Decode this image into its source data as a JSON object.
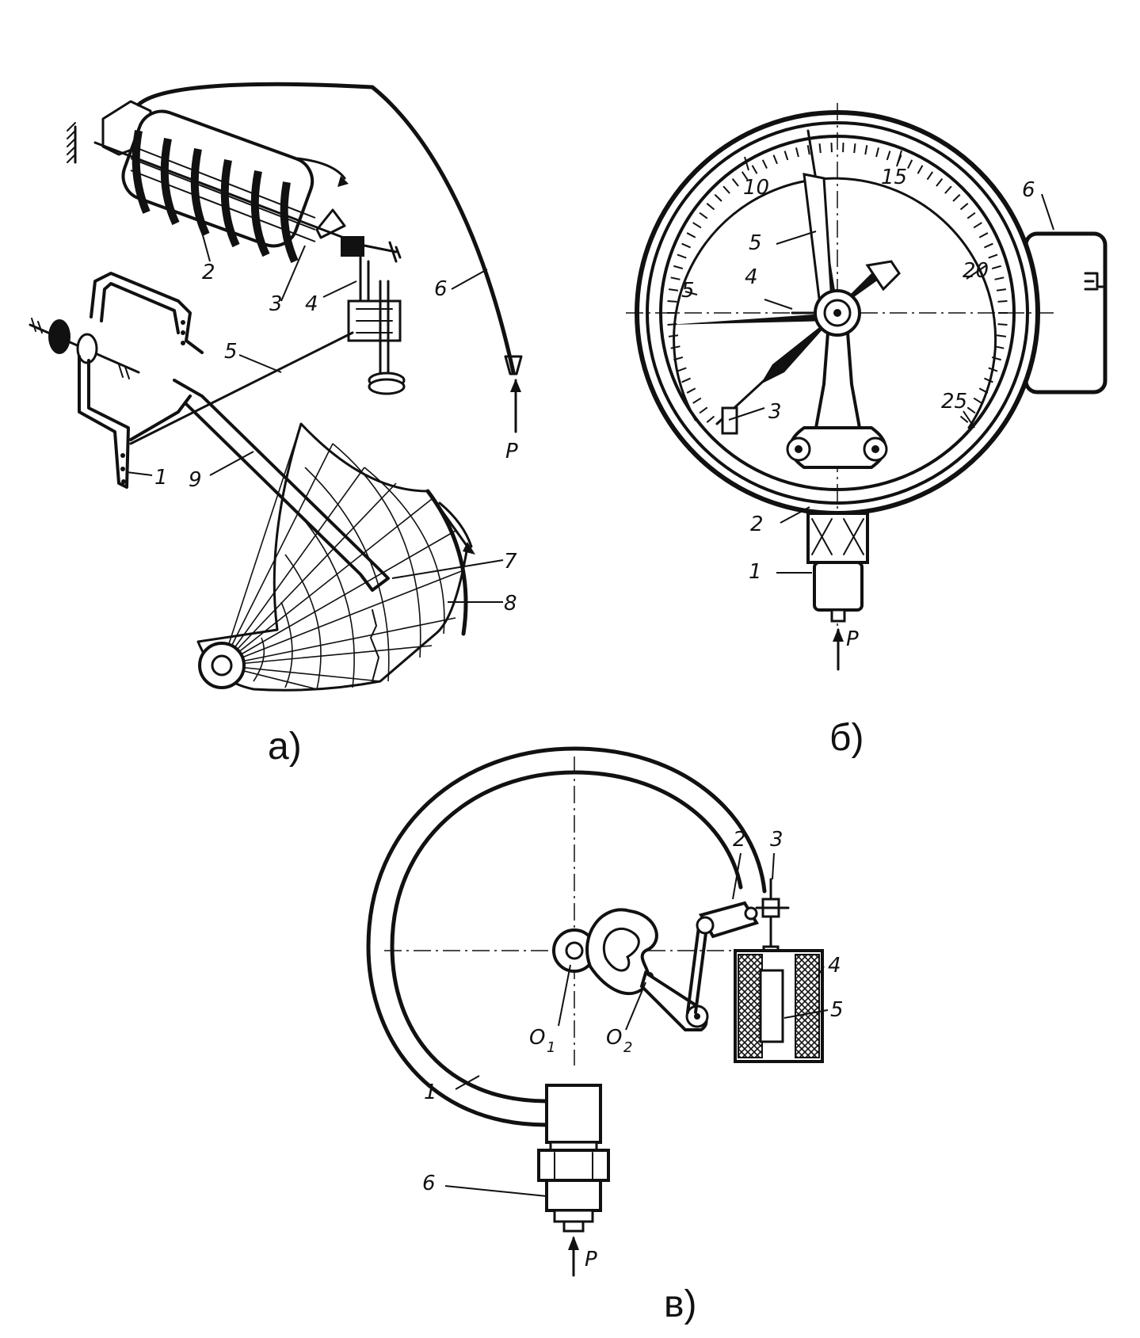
{
  "panels": {
    "a": {
      "caption": "а)",
      "labels": [
        "1",
        "2",
        "3",
        "4",
        "5",
        "6",
        "7",
        "8",
        "9"
      ],
      "pressure": "P"
    },
    "b": {
      "caption": "б)",
      "labels": [
        "1",
        "2",
        "3",
        "4",
        "5",
        "6"
      ],
      "scale": [
        "5",
        "10",
        "15",
        "20",
        "25"
      ],
      "pressure": "P"
    },
    "c": {
      "caption": "в)",
      "labels": [
        "1",
        "2",
        "3",
        "4",
        "5",
        "6"
      ],
      "pivots": [
        "O",
        "1",
        "O",
        "2"
      ],
      "pressure": "P"
    }
  }
}
